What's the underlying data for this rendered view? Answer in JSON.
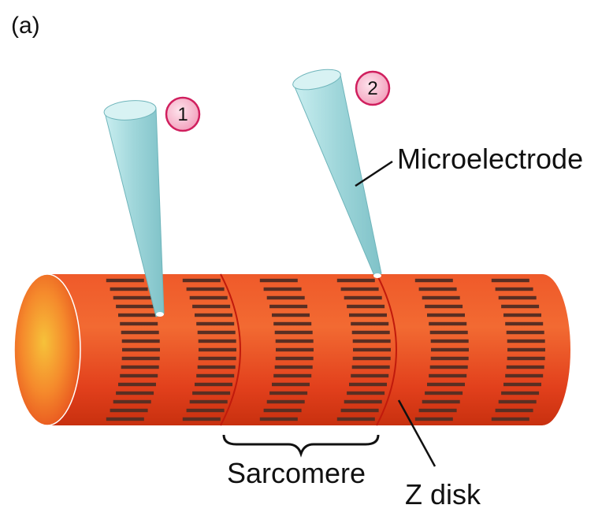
{
  "panel_label": "(a)",
  "labels": {
    "microelectrode": "Microelectrode",
    "sarcomere": "Sarcomere",
    "z_disk": "Z disk"
  },
  "markers": [
    "1",
    "2"
  ],
  "colors": {
    "fiber": "#e84a24",
    "fiber_light": "#f57a3a",
    "fiber_dark": "#b8280e",
    "bands": "#5a2e22",
    "z_line": "#c01a0c",
    "electrode": "#a8dde0",
    "marker_fill": "#f4a6c0",
    "marker_stroke": "#d01f5e"
  }
}
